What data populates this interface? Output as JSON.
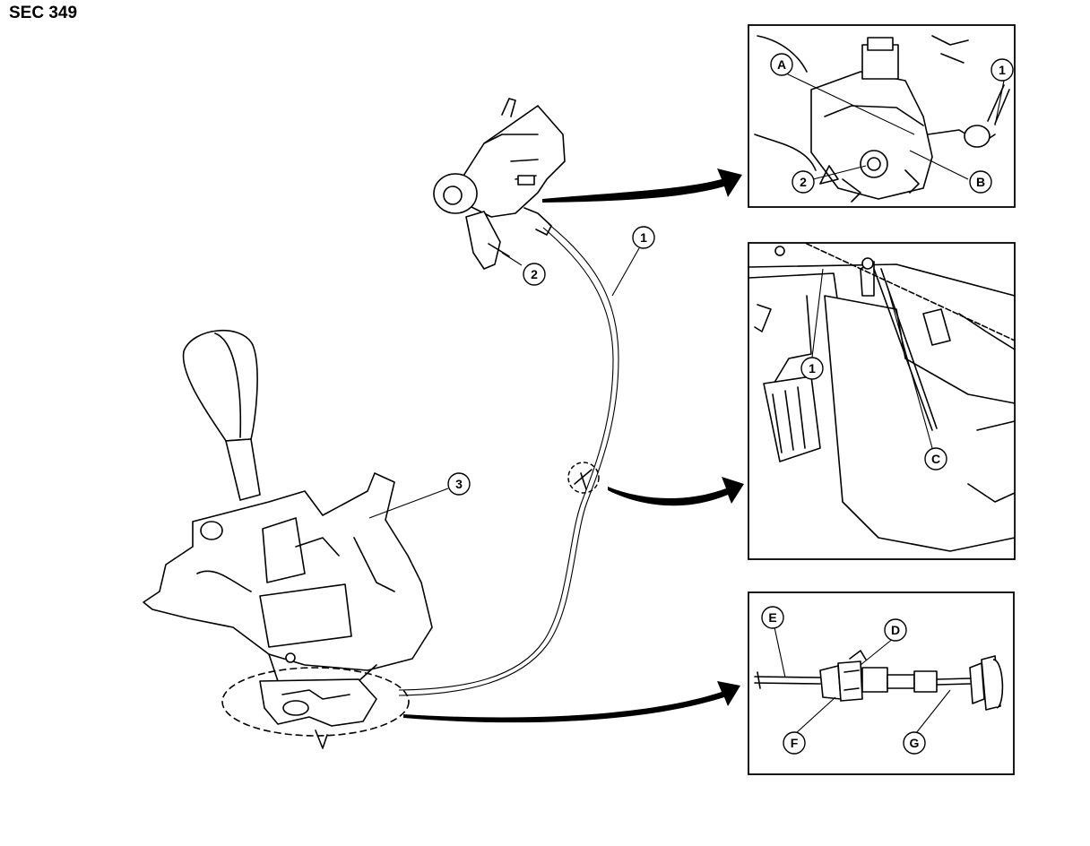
{
  "header": {
    "section": "SEC 349"
  },
  "callouts": {
    "one": "1",
    "two": "2",
    "three": "3",
    "a": "A",
    "b": "B",
    "c": "C",
    "d": "D",
    "e": "E",
    "f": "F",
    "g": "G"
  }
}
